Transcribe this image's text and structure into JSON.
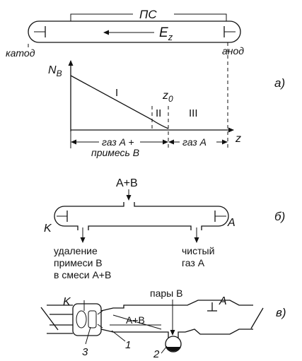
{
  "panel_a": {
    "tag": "а)",
    "column_label": "ПС",
    "field_label": "E",
    "field_sub": "z",
    "cathode": "катод",
    "anode": "анод",
    "ylabel": "N",
    "ylabel_sub": "B",
    "region_1": "I",
    "region_2": "II",
    "region_3": "III",
    "z0": "z",
    "z0_sub": "0",
    "axis_z": "z",
    "zone_left_line1": "газ A +",
    "zone_left_line2": "примесь B",
    "zone_right": "газ A"
  },
  "panel_b": {
    "tag": "б)",
    "inlet": "A+B",
    "cathode": "K",
    "anode": "A",
    "out_left_line1": "удаление",
    "out_left_line2": "примеси B",
    "out_left_line3": "в смеси A+B",
    "out_right_line1": "чистый",
    "out_right_line2": "газ A"
  },
  "panel_c": {
    "tag": "в)",
    "cathode": "K",
    "anode": "A",
    "vapor": "пары B",
    "mix": "A+B",
    "n1": "1",
    "n2": "2",
    "n3": "3"
  }
}
